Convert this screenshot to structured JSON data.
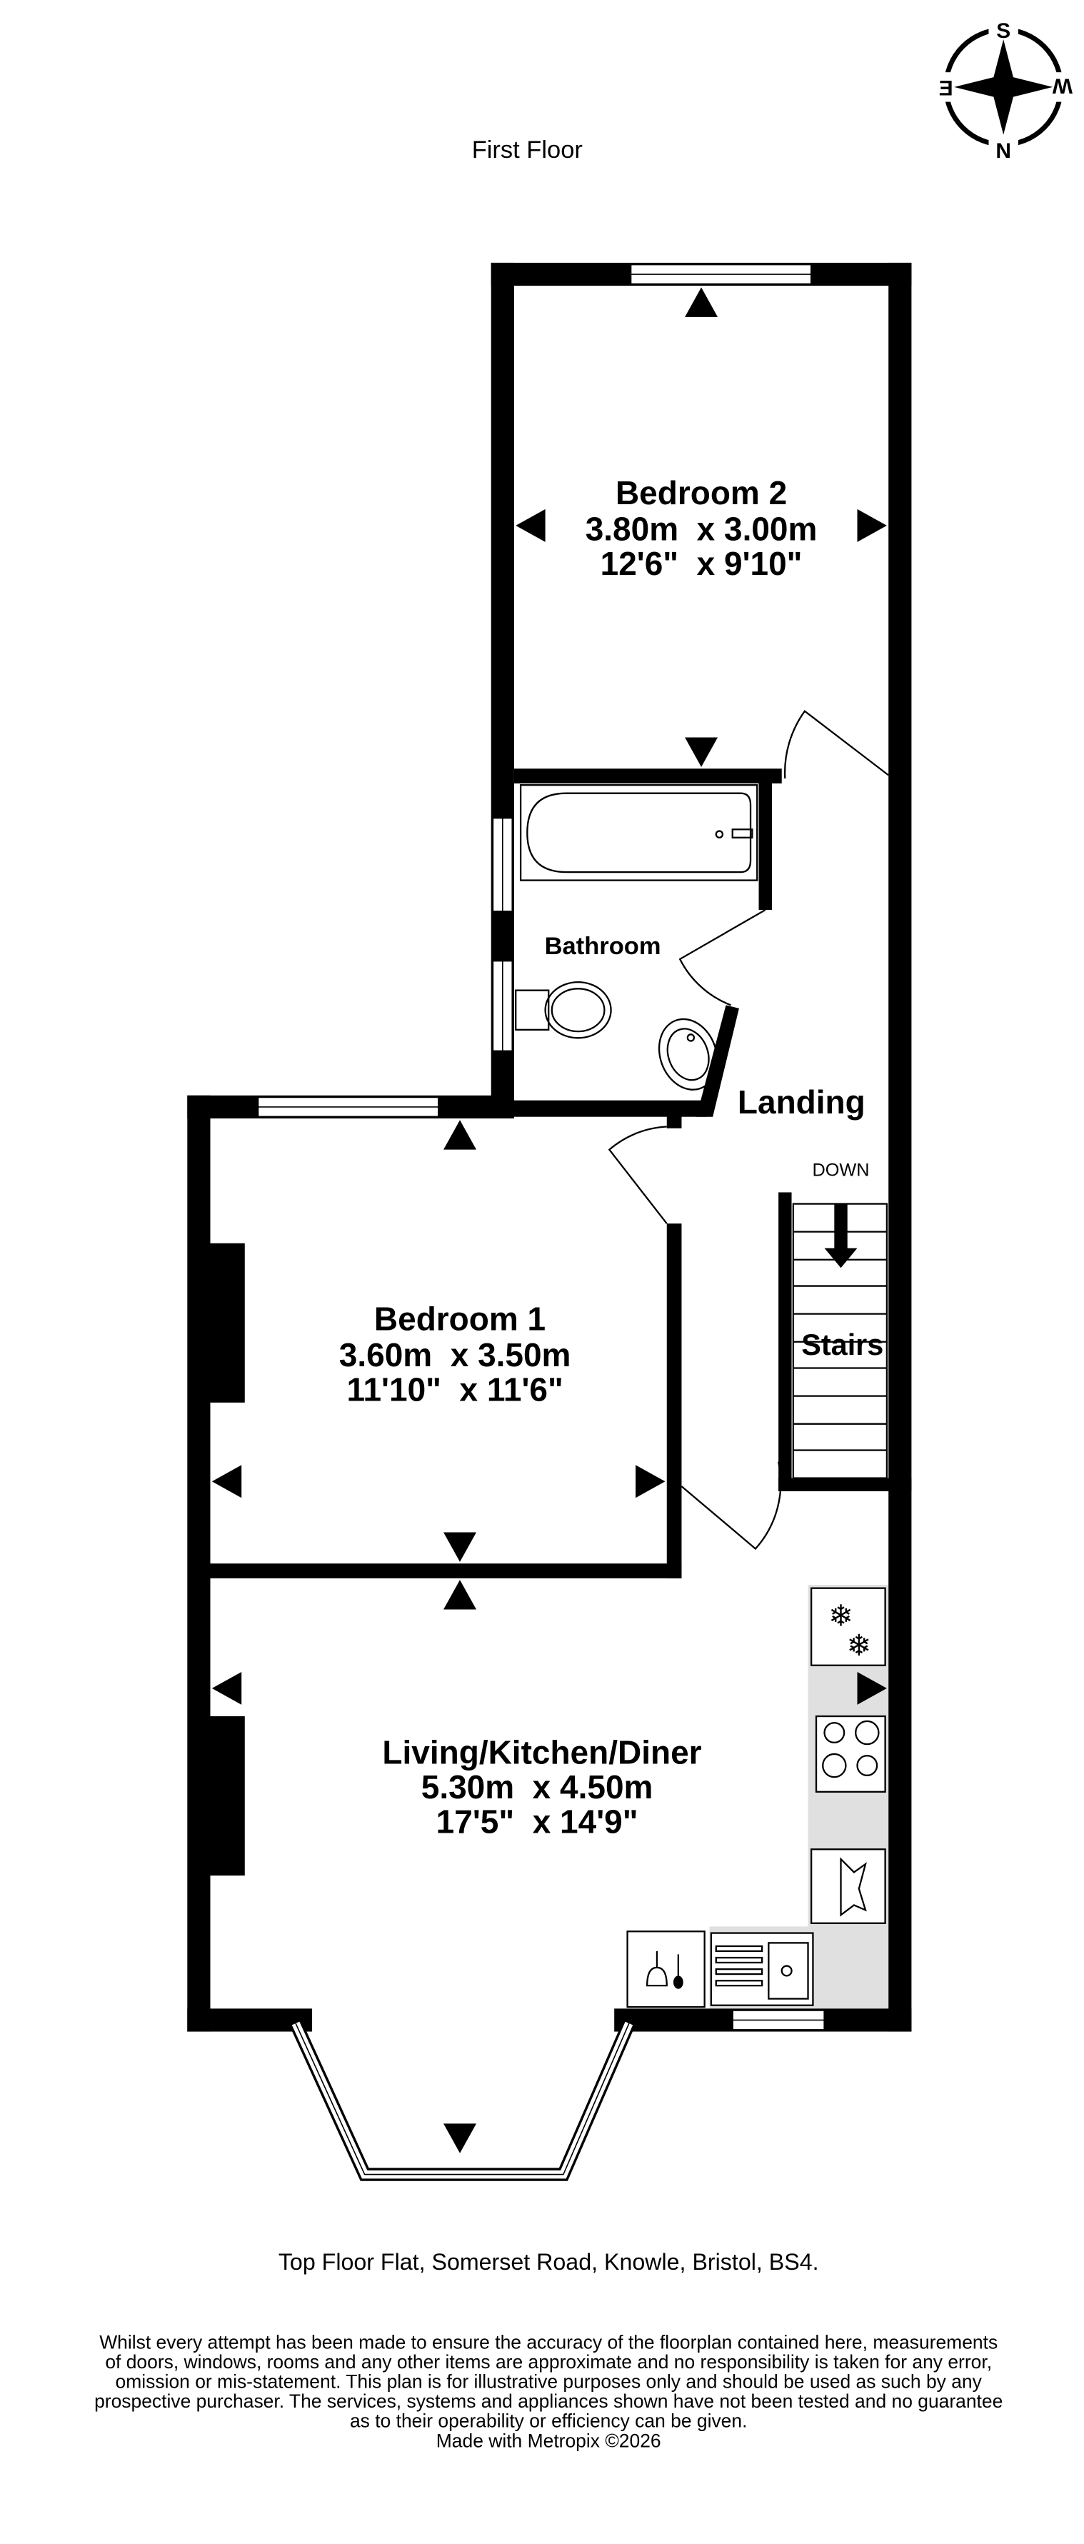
{
  "floor_title": "First Floor",
  "compass": {
    "top": "S",
    "bottom": "N",
    "left": "E",
    "right": "W"
  },
  "rooms": {
    "bedroom2": {
      "name": "Bedroom 2",
      "metric": "3.80m  x 3.00m",
      "imperial": "12'6\"  x 9'10\""
    },
    "bathroom": {
      "name": "Bathroom"
    },
    "landing": {
      "name": "Landing"
    },
    "stairs": {
      "name": "Stairs",
      "direction": "DOWN"
    },
    "bedroom1": {
      "name": "Bedroom 1",
      "metric": "3.60m  x 3.50m",
      "imperial": "11'10\"  x 11'6\""
    },
    "living": {
      "name": "Living/Kitchen/Diner",
      "metric": "5.30m  x 4.50m",
      "imperial": "17'5\"  x 14'9\""
    }
  },
  "address": "Top Floor Flat, Somerset Road, Knowle, Bristol, BS4.",
  "disclaimer": [
    "Whilst every attempt has been made to ensure the accuracy of the floorplan contained here, measurements",
    "of doors, windows, rooms and any other items are approximate and no responsibility is taken for any error,",
    "omission or mis-statement. This plan is for illustrative purposes only and should be used as such by any",
    "prospective purchaser. The services, systems and appliances shown have not been tested and no guarantee",
    "as to their operability or efficiency can be given."
  ],
  "credit": "Made with Metropix ©2026",
  "colors": {
    "wall": "#000000",
    "kitchen": "#e0e0e0"
  }
}
